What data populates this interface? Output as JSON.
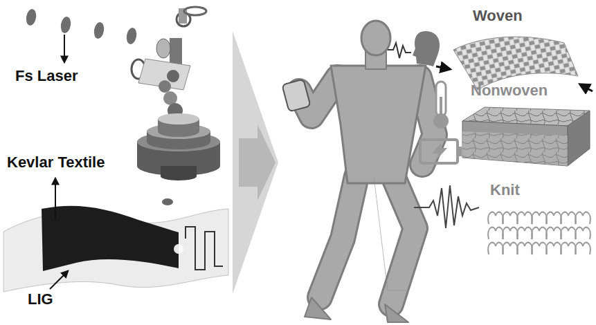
{
  "diagram": {
    "labels": [
      "Fs Laser",
      "Kevlar Textile",
      "LIG",
      "Woven",
      "Nonwoven",
      "Knit"
    ]
  }
}
